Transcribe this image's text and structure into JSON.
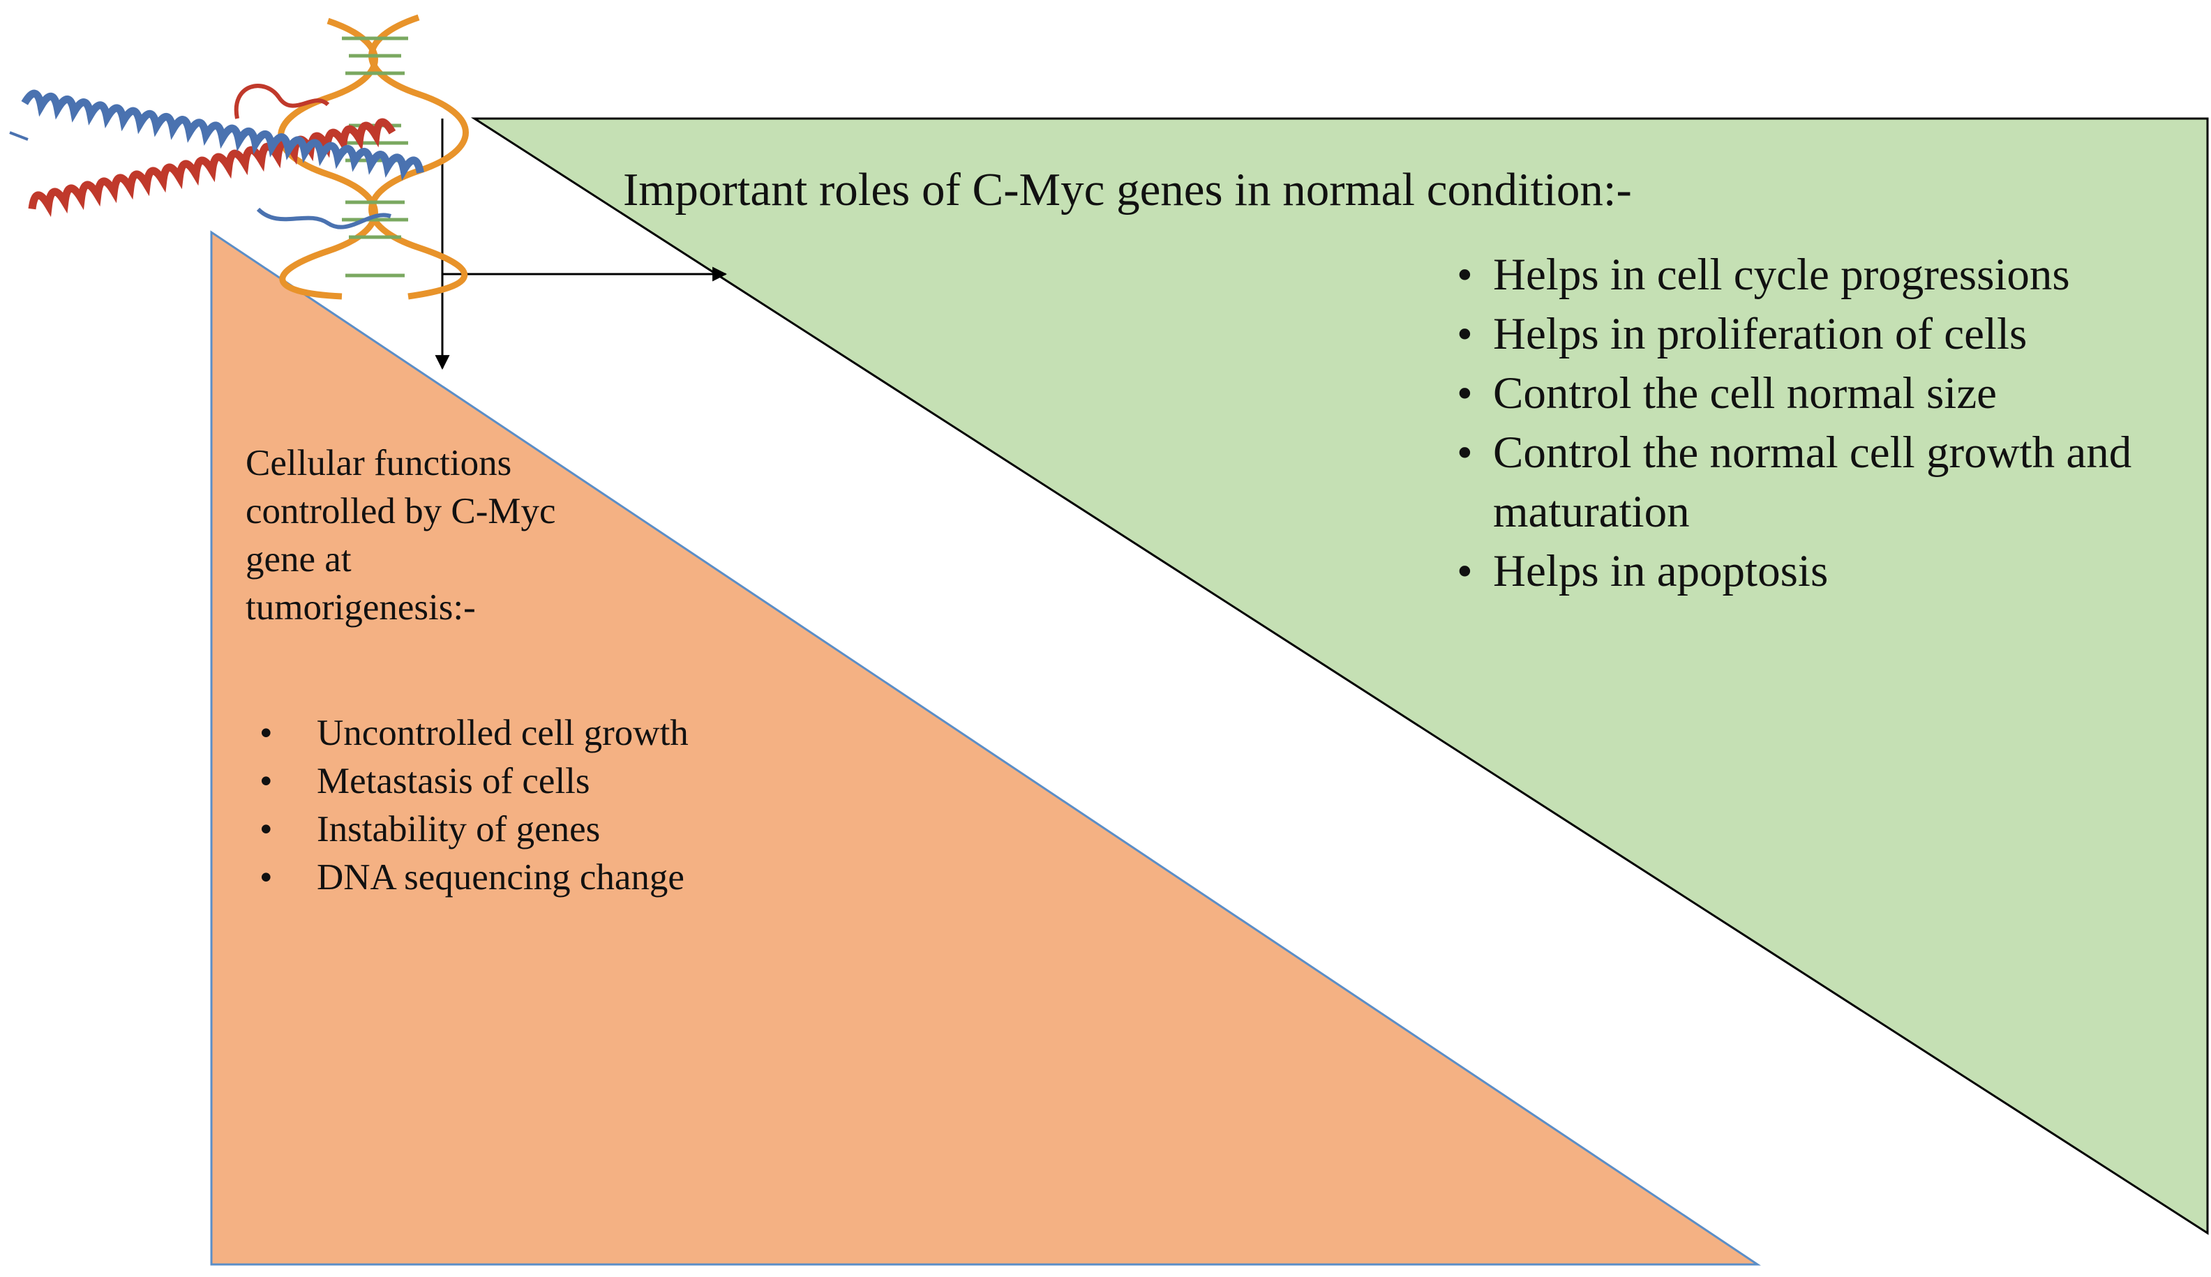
{
  "normal": {
    "title": "Important roles of C-Myc genes in normal condition:-",
    "items": [
      "Helps in cell cycle progressions",
      "Helps in proliferation of cells",
      "Control the cell normal size",
      "Control the normal cell growth and",
      "maturation",
      "Helps in apoptosis"
    ]
  },
  "tumor": {
    "title": "Cellular functions controlled by C-Myc gene at tumorigenesis:-",
    "items": [
      "Uncontrolled cell growth",
      "Metastasis of cells",
      "Instability of genes",
      "DNA sequencing change"
    ]
  },
  "colors": {
    "normal_fill": "#c5e0b4",
    "tumor_fill": "#f4b183",
    "tumor_stroke": "#5b8ec7",
    "helix_red": "#c0392b",
    "helix_blue": "#4a72b0",
    "dna_orange": "#e8932a",
    "dna_green": "#7aa860"
  },
  "icons": {
    "protein_dna": "myc-protein-dna-complex-icon"
  }
}
